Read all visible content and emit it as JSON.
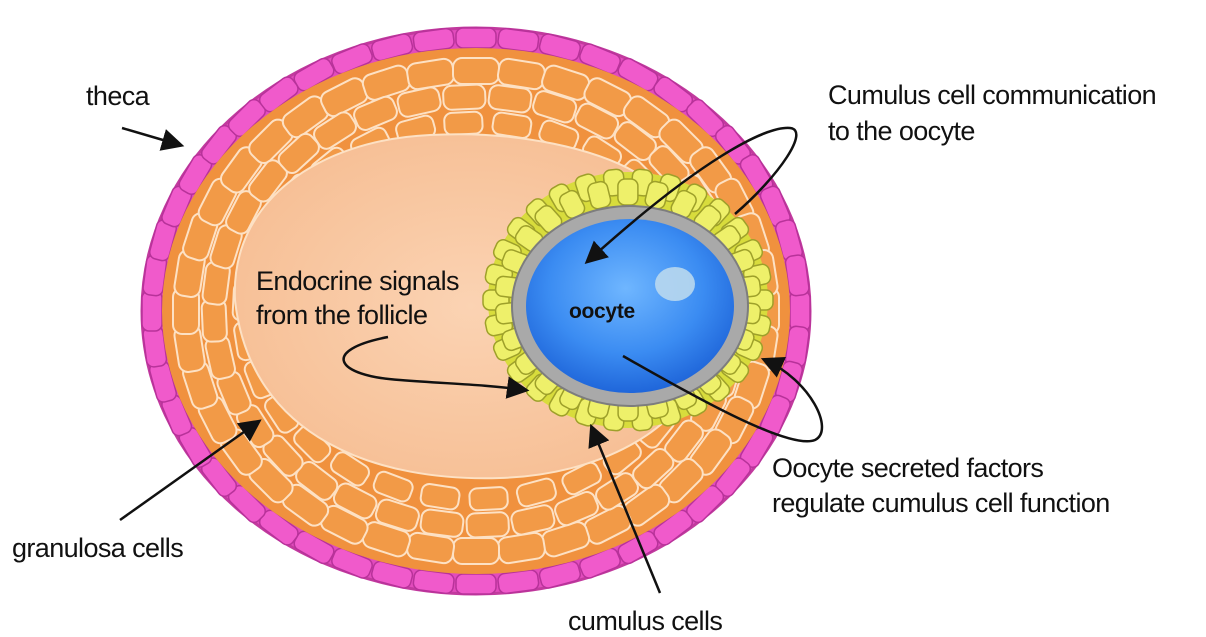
{
  "labels": {
    "theca": "theca",
    "granulosa": "granulosa cells",
    "cumulus": "cumulus cells",
    "oocyte": "oocyte",
    "endocrine": [
      "Endocrine signals",
      "from the follicle"
    ],
    "cumulus_comm": [
      "Cumulus cell communication",
      "to the oocyte"
    ],
    "oocyte_secreted": [
      "Oocyte secreted factors",
      "regulate cumulus cell function"
    ]
  },
  "colors": {
    "theca": "#e83ec0",
    "granulosa": "#f0913e",
    "antrum": "#f8c39c",
    "cumulus": "#e6ea4a",
    "zona": "#9b9b9b",
    "oocyte": "#2e7ff0",
    "arrow": "#111111"
  }
}
